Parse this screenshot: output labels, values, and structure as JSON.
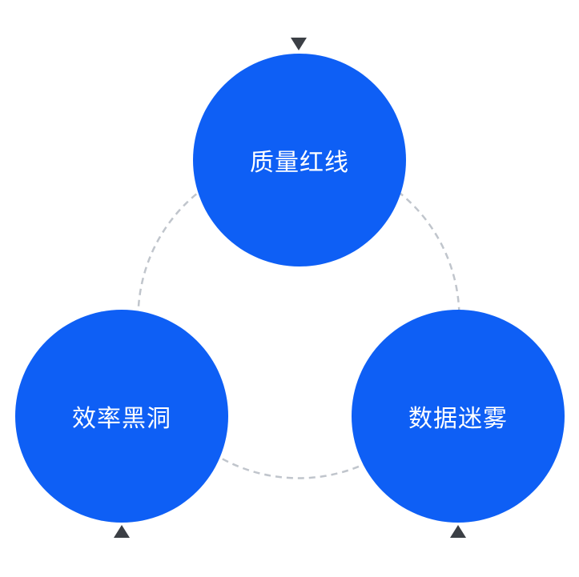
{
  "diagram": {
    "background": "#FFFFFF",
    "nodes": [
      {
        "id": "top",
        "label": "质量红线",
        "arrow": "down"
      },
      {
        "id": "bottom-left",
        "label": "效率黑洞",
        "arrow": "up"
      },
      {
        "id": "bottom-right",
        "label": "数据迷雾",
        "arrow": "up"
      }
    ],
    "connector": {
      "style": "dashed-ring",
      "color": "#C0C5CC"
    },
    "colors": {
      "node_fill": "#0E5FF5",
      "node_text": "#FFFFFF",
      "arrow": "#3B3F45"
    }
  }
}
